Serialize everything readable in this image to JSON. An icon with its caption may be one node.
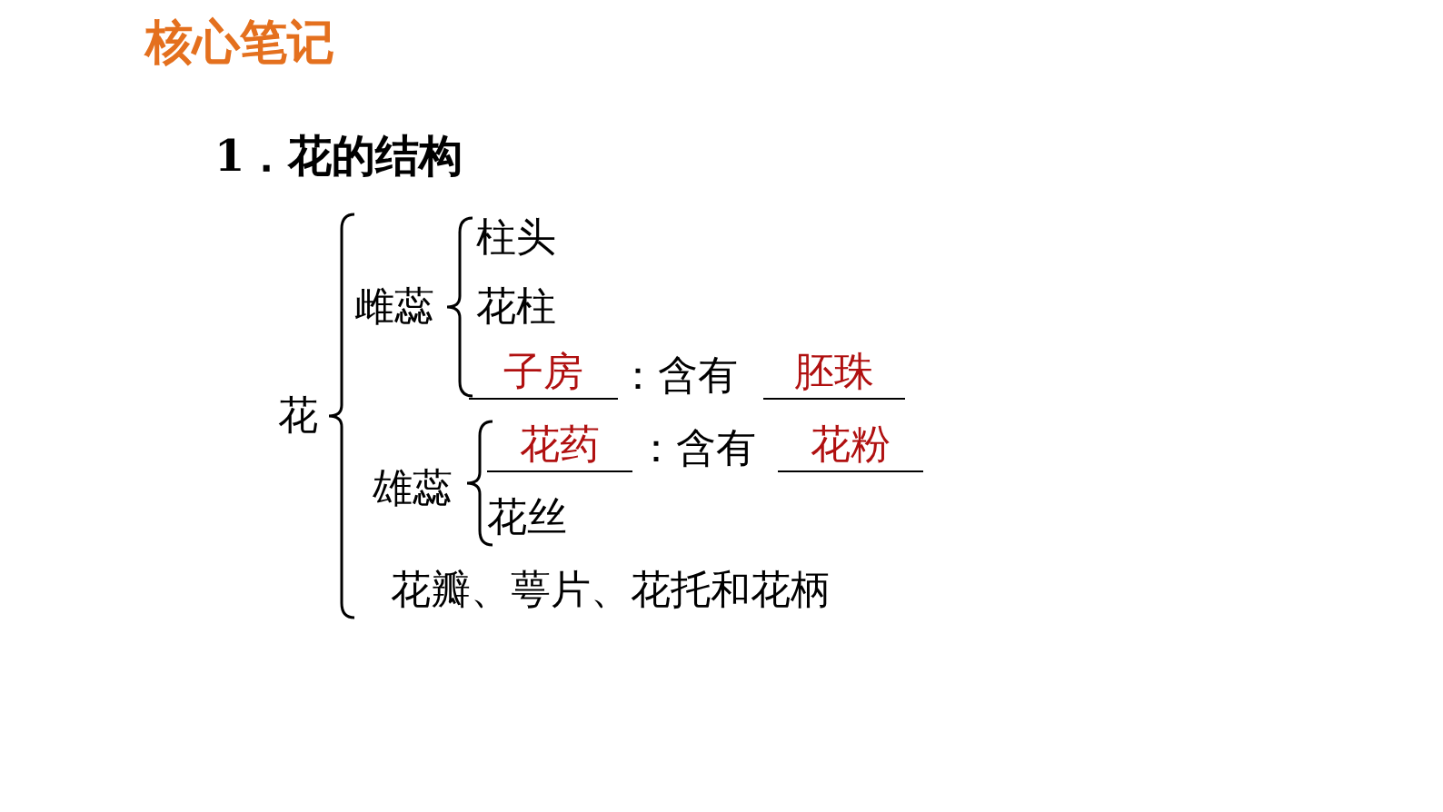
{
  "diagram": {
    "title": "核心笔记",
    "labels": [
      "1．花的结构",
      "花",
      "雌蕊",
      "柱头",
      "花柱",
      "子房",
      "：含有",
      "胚珠",
      "雄蕊",
      "花药",
      "：含有",
      "花粉",
      "花丝",
      "花瓣、萼片、花托和花柄"
    ]
  }
}
